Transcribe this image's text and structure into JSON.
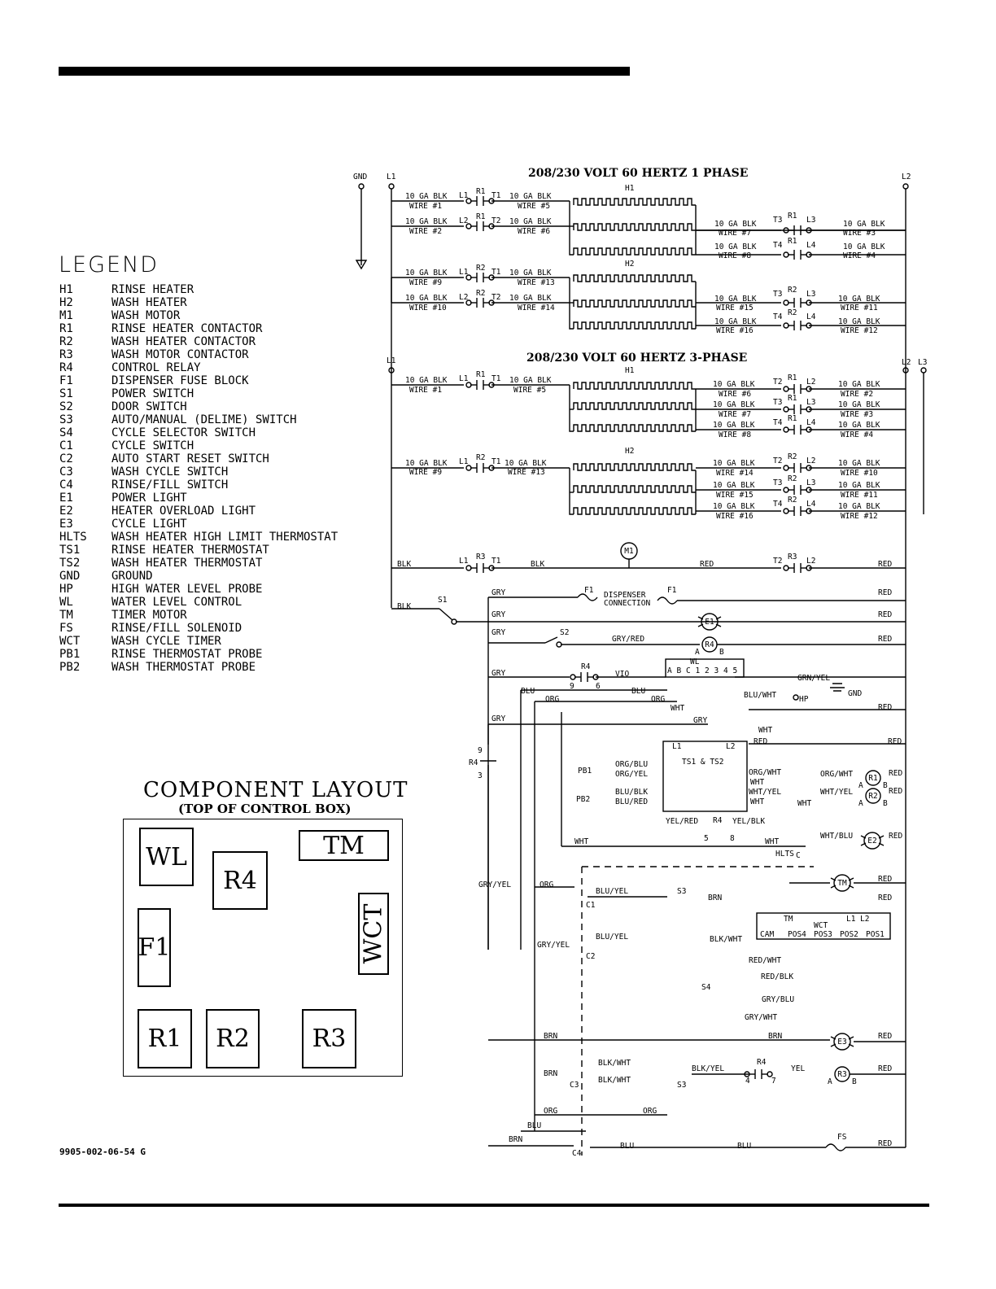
{
  "legend": {
    "title": "LEGEND",
    "items": [
      {
        "code": "H1",
        "desc": "RINSE HEATER"
      },
      {
        "code": "H2",
        "desc": "WASH HEATER"
      },
      {
        "code": "M1",
        "desc": "WASH MOTOR"
      },
      {
        "code": "R1",
        "desc": "RINSE HEATER CONTACTOR"
      },
      {
        "code": "R2",
        "desc": "WASH HEATER CONTACTOR"
      },
      {
        "code": "R3",
        "desc": "WASH MOTOR CONTACTOR"
      },
      {
        "code": "R4",
        "desc": "CONTROL RELAY"
      },
      {
        "code": "F1",
        "desc": "DISPENSER FUSE BLOCK"
      },
      {
        "code": "S1",
        "desc": "POWER SWITCH"
      },
      {
        "code": "S2",
        "desc": "DOOR SWITCH"
      },
      {
        "code": "S3",
        "desc": "AUTO/MANUAL (DELIME) SWITCH"
      },
      {
        "code": "S4",
        "desc": "CYCLE SELECTOR SWITCH"
      },
      {
        "code": "C1",
        "desc": "CYCLE SWITCH"
      },
      {
        "code": "C2",
        "desc": "AUTO START RESET SWITCH"
      },
      {
        "code": "C3",
        "desc": "WASH CYCLE SWITCH"
      },
      {
        "code": "C4",
        "desc": "RINSE/FILL SWITCH"
      },
      {
        "code": "E1",
        "desc": "POWER LIGHT"
      },
      {
        "code": "E2",
        "desc": "HEATER OVERLOAD LIGHT"
      },
      {
        "code": "E3",
        "desc": "CYCLE LIGHT"
      },
      {
        "code": "HLTS",
        "desc": "WASH HEATER HIGH LIMIT THERMOSTAT"
      },
      {
        "code": "TS1",
        "desc": "RINSE HEATER THERMOSTAT"
      },
      {
        "code": "TS2",
        "desc": "WASH HEATER THERMOSTAT"
      },
      {
        "code": "GND",
        "desc": "GROUND"
      },
      {
        "code": "HP",
        "desc": "HIGH WATER LEVEL PROBE"
      },
      {
        "code": "WL",
        "desc": "WATER LEVEL CONTROL"
      },
      {
        "code": "TM",
        "desc": "TIMER MOTOR"
      },
      {
        "code": "FS",
        "desc": "RINSE/FILL SOLENOID"
      },
      {
        "code": "WCT",
        "desc": "WASH CYCLE TIMER"
      },
      {
        "code": "PB1",
        "desc": "RINSE THERMOSTAT PROBE"
      },
      {
        "code": "PB2",
        "desc": "WASH THERMOSTAT PROBE"
      }
    ]
  },
  "component_layout": {
    "title": "COMPONENT LAYOUT",
    "subtitle": "(TOP OF CONTROL BOX)",
    "components": {
      "wl": "WL",
      "r4": "R4",
      "tm": "TM",
      "f1": "F1",
      "wct": "WCT",
      "r1": "R1",
      "r2": "R2",
      "r3": "R3"
    }
  },
  "doc_number": "9905-002-06-54 G",
  "schematic": {
    "heading_1ph": "208/230 VOLT 60 HERTZ 1 PHASE",
    "heading_3ph": "208/230 VOLT 60 HERTZ 3-PHASE",
    "labels": {
      "gnd": "GND",
      "l1": "L1",
      "l2": "L2",
      "l3": "L3",
      "h1": "H1",
      "h2": "H2",
      "wire_gauge": "10 GA BLK",
      "w1": "WIRE #1",
      "w2": "WIRE #2",
      "w3": "WIRE #3",
      "w4": "WIRE #4",
      "w5": "WIRE #5",
      "w6": "WIRE #6",
      "w7": "WIRE #7",
      "w8": "WIRE #8",
      "w9": "WIRE #9",
      "w10": "WIRE #10",
      "w11": "WIRE #11",
      "w12": "WIRE #12",
      "w13": "WIRE #13",
      "w14": "WIRE #14",
      "w15": "WIRE #15",
      "w16": "WIRE #16",
      "r1": "R1",
      "r2": "R2",
      "r3": "R3",
      "r4": "R4",
      "t1": "T1",
      "t2": "T2",
      "t3": "T3",
      "t4": "T4",
      "l4": "L4",
      "m1": "M1",
      "s1": "S1",
      "s2": "S2",
      "s3": "S3",
      "s4": "S4",
      "f1": "F1",
      "dispenser_1": "DISPENSER",
      "dispenser_2": "CONNECTION",
      "e1": "E1",
      "e2": "E2",
      "e3": "E3",
      "tm": "TM",
      "fs": "FS",
      "wl": "WL",
      "wct": "WCT",
      "ts": "TS1 & TS2",
      "pb1": "PB1",
      "pb2": "PB2",
      "hp": "HP",
      "hlts": "HLTS",
      "c1": "C1",
      "c2": "C2",
      "c3": "C3",
      "c4": "C4",
      "cam": "CAM",
      "pos4": "POS4",
      "pos3": "POS3",
      "pos2": "POS2",
      "pos1": "POS1",
      "a": "A",
      "b": "B",
      "c": "C",
      "p1": "1",
      "p2": "2",
      "p3": "3",
      "p4": "4",
      "p5": "5",
      "p6": "6",
      "p7": "7",
      "p8": "8",
      "p9": "9",
      "blk": "BLK",
      "red": "RED",
      "gry": "GRY",
      "blu": "BLU",
      "org": "ORG",
      "wht": "WHT",
      "brn": "BRN",
      "vio": "VIO",
      "yel": "YEL",
      "gry_red": "GRY/RED",
      "grn_yel": "GRN/YEL",
      "blu_wht": "BLU/WHT",
      "org_blu": "ORG/BLU",
      "org_yel": "ORG/YEL",
      "blu_blk": "BLU/BLK",
      "blu_red": "BLU/RED",
      "org_wht": "ORG/WHT",
      "wht_yel": "WHT/YEL",
      "wht_blu": "WHT/BLU",
      "yel_red": "YEL/RED",
      "yel_blk": "YEL/BLK",
      "gry_yel": "GRY/YEL",
      "blu_yel": "BLU/YEL",
      "blk_wht": "BLK/WHT",
      "red_wht": "RED/WHT",
      "red_blk": "RED/BLK",
      "gry_blu": "GRY/BLU",
      "gry_wht": "GRY/WHT",
      "blk_yel": "BLK/YEL"
    }
  }
}
